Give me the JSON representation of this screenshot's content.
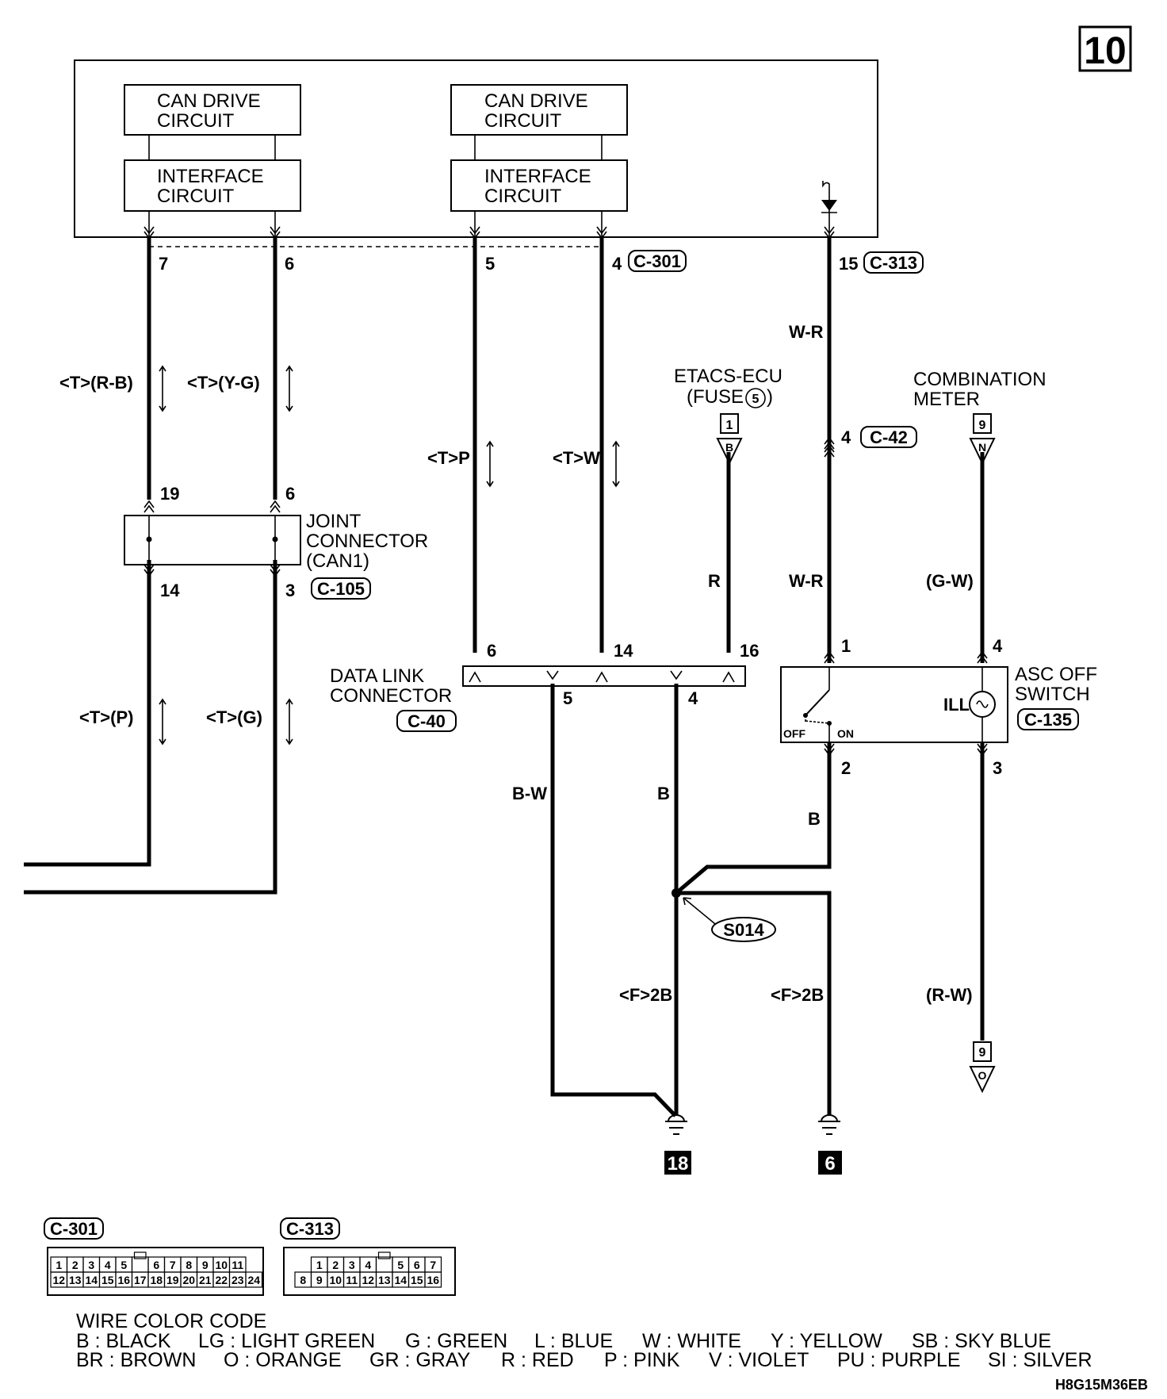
{
  "page_number": "10",
  "ecu": {
    "blocks": [
      {
        "drive": [
          "CAN DRIVE",
          "CIRCUIT"
        ],
        "interface": [
          "INTERFACE",
          "CIRCUIT"
        ]
      },
      {
        "drive": [
          "CAN DRIVE",
          "CIRCUIT"
        ],
        "interface": [
          "INTERFACE",
          "CIRCUIT"
        ]
      }
    ],
    "pins": [
      "7",
      "6",
      "5",
      "4",
      "15"
    ],
    "connectors": [
      "C-301",
      "C-313"
    ]
  },
  "wires": {
    "can_left_1": "<T>(R-B)",
    "can_left_2": "<T>(Y-G)",
    "can_mid_1": "<T>P",
    "can_mid_2": "<T>W",
    "can_low_1": "<T>(P)",
    "can_low_2": "<T>(G)",
    "fuse_wire": "R",
    "switch_feed_1": "W-R",
    "switch_feed_2": "W-R",
    "meter_wire": "(G-W)",
    "dlc_ground": "B-W",
    "dlc_b": "B",
    "switch_ground": "B",
    "ground_1": "<F>2B",
    "ground_2": "<F>2B",
    "asc_out": "(R-W)"
  },
  "joint_connector": {
    "title": [
      "JOINT",
      "CONNECTOR",
      "(CAN1)"
    ],
    "connector": "C-105",
    "pins_top": [
      "19",
      "6"
    ],
    "pins_bottom": [
      "14",
      "3"
    ]
  },
  "etacs": {
    "title": [
      "ETACS-ECU",
      "(FUSE",
      "5",
      ")"
    ],
    "box": "1",
    "arrow": "B"
  },
  "combination_meter": {
    "title": [
      "COMBINATION",
      "METER"
    ],
    "box": "9",
    "arrow": "N"
  },
  "inline_connector": {
    "pin": "4",
    "connector": "C-42"
  },
  "data_link": {
    "title": [
      "DATA LINK",
      "CONNECTOR"
    ],
    "connector": "C-40",
    "pins_top": [
      "6",
      "14",
      "16"
    ],
    "pins_bottom": [
      "5",
      "4"
    ]
  },
  "asc_switch": {
    "title": [
      "ASC OFF",
      "SWITCH"
    ],
    "connector": "C-135",
    "pins": [
      "1",
      "4",
      "2",
      "3"
    ],
    "off": "OFF",
    "on": "ON",
    "ill": "ILL"
  },
  "splice": "S014",
  "grounds": [
    "18",
    "6"
  ],
  "asc_output": {
    "box": "9",
    "arrow": "O"
  },
  "connector_views": [
    {
      "name": "C-301",
      "top": [
        "1",
        "2",
        "3",
        "4",
        "5",
        "",
        "6",
        "7",
        "8",
        "9",
        "10",
        "11"
      ],
      "bottom": [
        "12",
        "13",
        "14",
        "15",
        "16",
        "17",
        "18",
        "19",
        "20",
        "21",
        "22",
        "23",
        "24"
      ]
    },
    {
      "name": "C-313",
      "top": [
        "1",
        "2",
        "3",
        "4",
        "",
        "5",
        "6",
        "7"
      ],
      "bottom": [
        "8",
        "9",
        "10",
        "11",
        "12",
        "13",
        "14",
        "15",
        "16"
      ]
    }
  ],
  "legend": {
    "title": "WIRE COLOR CODE",
    "row1": [
      "B : BLACK",
      "LG : LIGHT GREEN",
      "G : GREEN",
      "L : BLUE",
      "W : WHITE",
      "Y : YELLOW",
      "SB : SKY BLUE"
    ],
    "row2": [
      "BR : BROWN",
      "O : ORANGE",
      "GR : GRAY",
      "R : RED",
      "P : PINK",
      "V : VIOLET",
      "PU : PURPLE",
      "SI : SILVER"
    ]
  },
  "code": "H8G15M36EB"
}
